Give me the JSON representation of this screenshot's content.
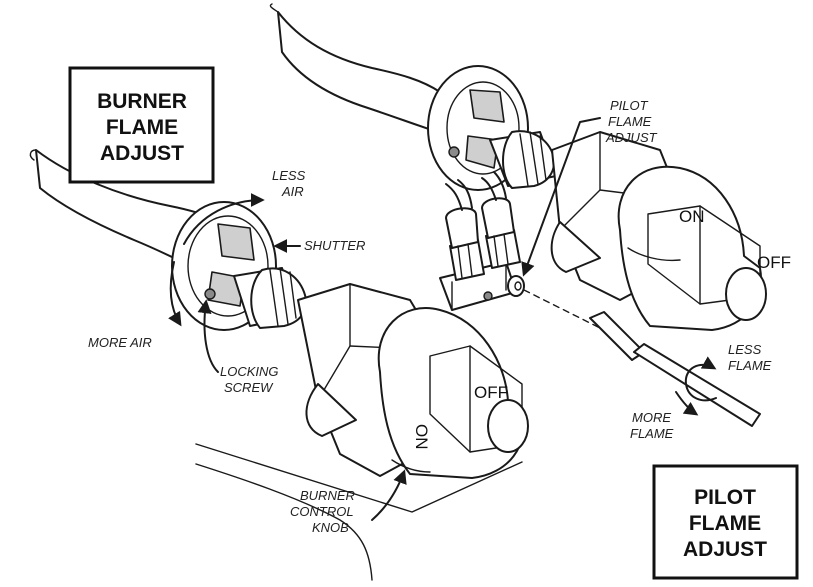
{
  "boxes": {
    "burner_flame_adjust": [
      "BURNER",
      "FLAME",
      "ADJUST"
    ],
    "pilot_flame_adjust": [
      "PILOT",
      "FLAME",
      "ADJUST"
    ]
  },
  "callouts": {
    "less_air": [
      "LESS",
      "AIR"
    ],
    "shutter": "SHUTTER",
    "more_air": "MORE AIR",
    "locking_screw": [
      "LOCKING",
      "SCREW"
    ],
    "pilot_flame_adjust": [
      "PILOT",
      "FLAME",
      "ADJUST"
    ],
    "less_flame": [
      "LESS",
      "FLAME"
    ],
    "more_flame": [
      "MORE",
      "FLAME"
    ],
    "burner_control_knob": [
      "BURNER",
      "CONTROL",
      "KNOB"
    ]
  },
  "knob_states": {
    "back_on": "ON",
    "back_off": "OFF",
    "front_off": "OFF",
    "front_on": "ON"
  }
}
